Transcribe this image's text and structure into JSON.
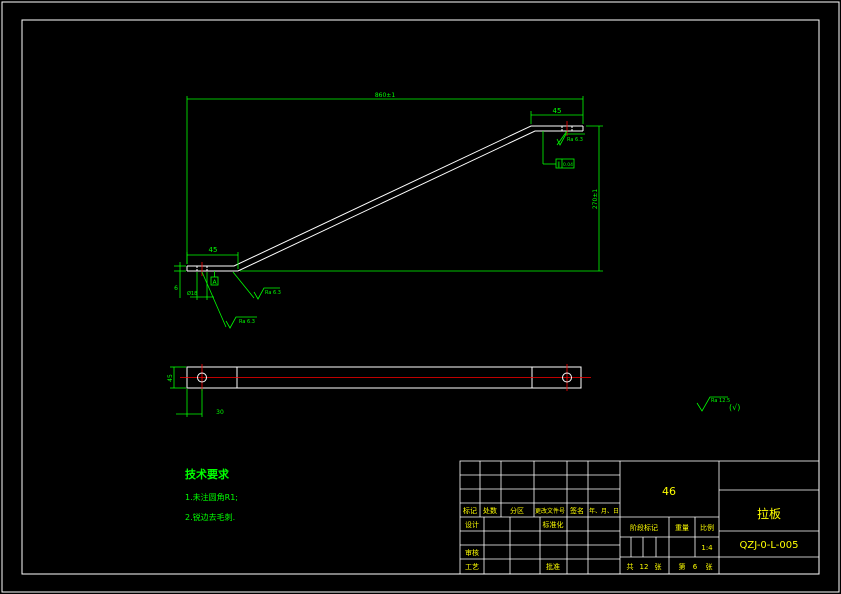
{
  "colors": {
    "background": "#000000",
    "line": "#ffffff",
    "dimension": "#00ff00",
    "centerline": "#ff0000",
    "title_text": "#ffff00",
    "notes_text": "#00ff00"
  },
  "dimensions": {
    "total_length": "860±1",
    "top_width": "45",
    "height": "270±1",
    "left_width": "45",
    "thickness": "6",
    "hole_diameter": "Ø18",
    "plan_width": "45",
    "hole_offset": "30"
  },
  "surface_finish": {
    "top": "Ra 6.3",
    "bottom_upper": "Ra 6.3",
    "bottom_lower": "Ra 6.3",
    "general": "Ra 12.5",
    "general_suffix": "(√)"
  },
  "tolerance": {
    "top_frame": "0.04",
    "datum": "A"
  },
  "tech_requirements": {
    "title": "技术要求",
    "items": [
      "1.未注圆角R1;",
      "2.锐边去毛刺."
    ]
  },
  "title_block": {
    "material": "46",
    "part_name": "拉板",
    "drawing_number": "QZJ-0-L-005",
    "scale": "1:4",
    "header_labels": [
      "标记",
      "处数",
      "分区",
      "更改文件号",
      "签名",
      "年、月、日"
    ],
    "design_label": "设计",
    "standardize_label": "标准化",
    "review_label": "审核",
    "process_label": "工艺",
    "approve_label": "批准",
    "stage_label": "阶段标记",
    "weight_label": "重量",
    "scale_label": "比例",
    "sheet_total_prefix": "共",
    "sheet_total_value": "12",
    "sheet_total_suffix": "张",
    "sheet_current_prefix": "第",
    "sheet_current_value": "6",
    "sheet_current_suffix": "张"
  }
}
